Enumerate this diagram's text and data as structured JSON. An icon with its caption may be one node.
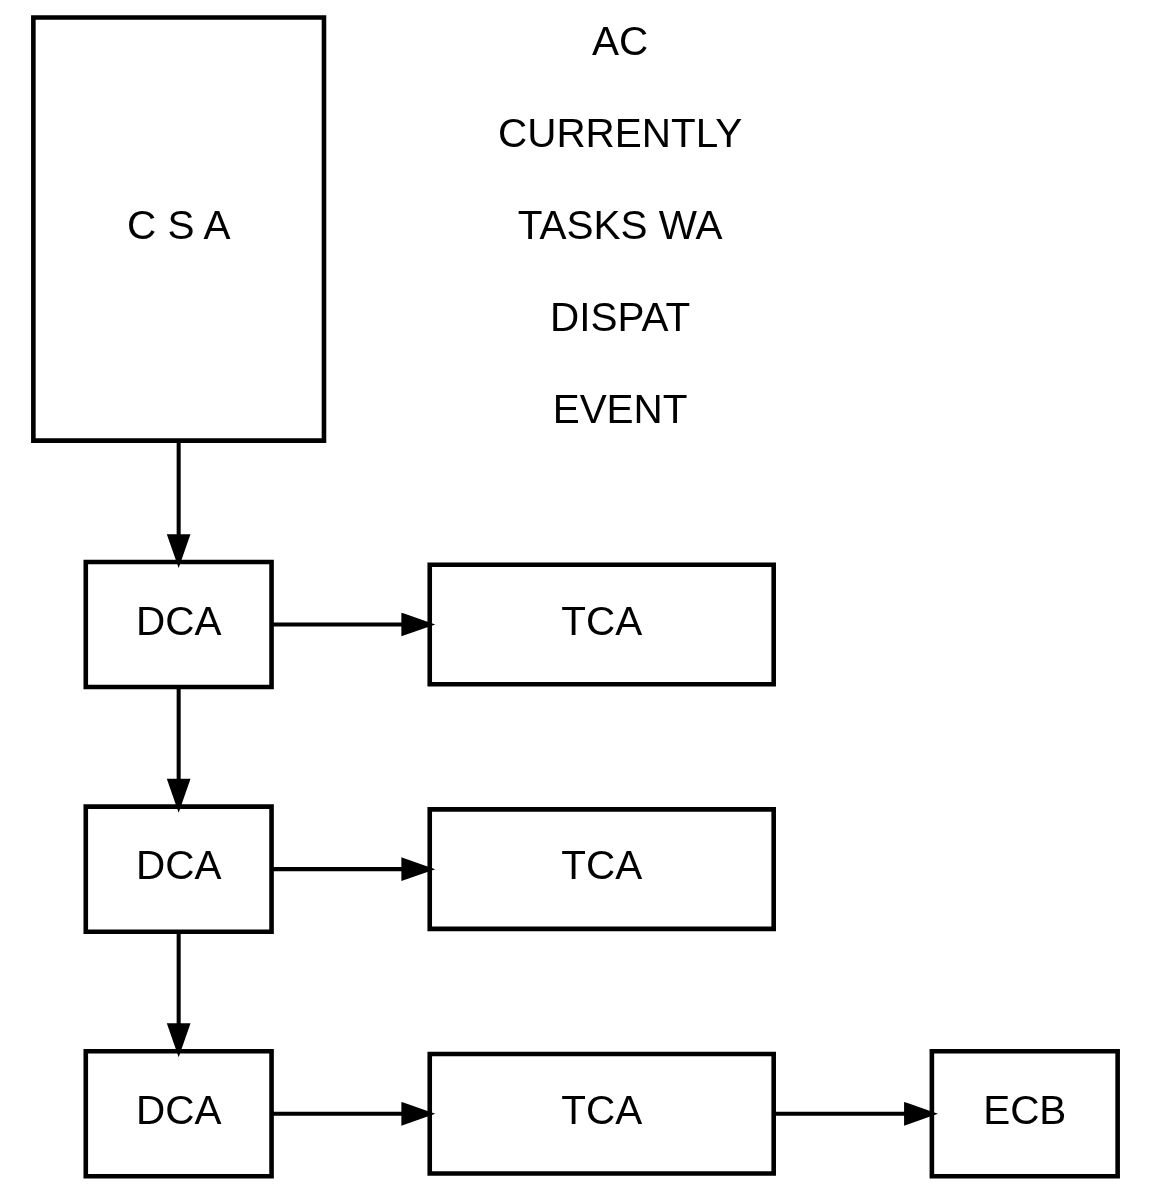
{
  "diagram": {
    "nodes": [
      {
        "text": [
          "C S A"
        ]
      },
      {
        "text": [
          "DCA"
        ]
      },
      {
        "text": [
          "TCA"
        ]
      },
      {
        "text": [
          "DCA"
        ]
      },
      {
        "text": [
          "TCA"
        ]
      },
      {
        "text": [
          "DCA"
        ]
      },
      {
        "text": [
          "TCA"
        ]
      },
      {
        "text": [
          "ECB"
        ]
      }
    ],
    "edges": [
      {
        "from": 0,
        "to": 1,
        "arrow": "to"
      },
      {
        "from": 1,
        "to": 2,
        "arrow": "to"
      },
      {
        "from": 1,
        "to": 3,
        "arrow": "to"
      },
      {
        "from": 3,
        "to": 4,
        "arrow": "to"
      },
      {
        "from": 3,
        "to": 5,
        "arrow": "to"
      },
      {
        "from": 5,
        "to": 6,
        "arrow": "to"
      },
      {
        "from": 6,
        "to": 7,
        "arrow": "to"
      }
    ],
    "labels": [
      "AC",
      "CURRENTLY",
      "TASKS WA",
      "DISPAT",
      "EVENT"
    ]
  }
}
